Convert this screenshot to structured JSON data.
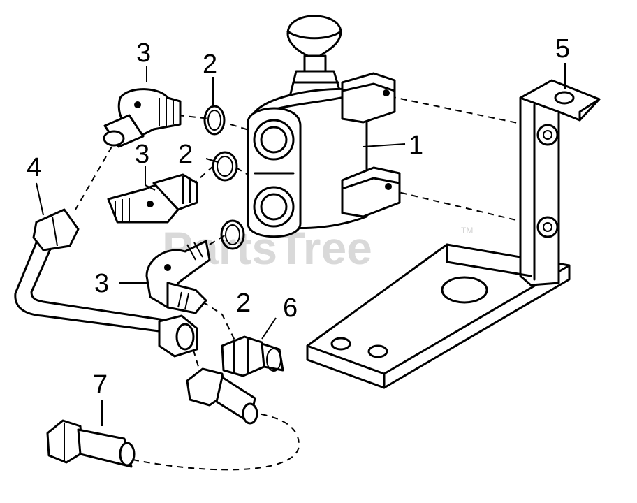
{
  "watermark": {
    "text": "PartsTree",
    "trademark": "TM"
  },
  "callouts": [
    {
      "id": "valve",
      "text": "1"
    },
    {
      "id": "oring-top",
      "text": "2"
    },
    {
      "id": "oring-mid",
      "text": "2"
    },
    {
      "id": "oring-bottom",
      "text": "2"
    },
    {
      "id": "elbow-top",
      "text": "3"
    },
    {
      "id": "elbow-mid",
      "text": "3"
    },
    {
      "id": "elbow-bottom",
      "text": "3"
    },
    {
      "id": "tube",
      "text": "4"
    },
    {
      "id": "bracket",
      "text": "5"
    },
    {
      "id": "fitting",
      "text": "6"
    },
    {
      "id": "hose-end",
      "text": "7"
    }
  ]
}
